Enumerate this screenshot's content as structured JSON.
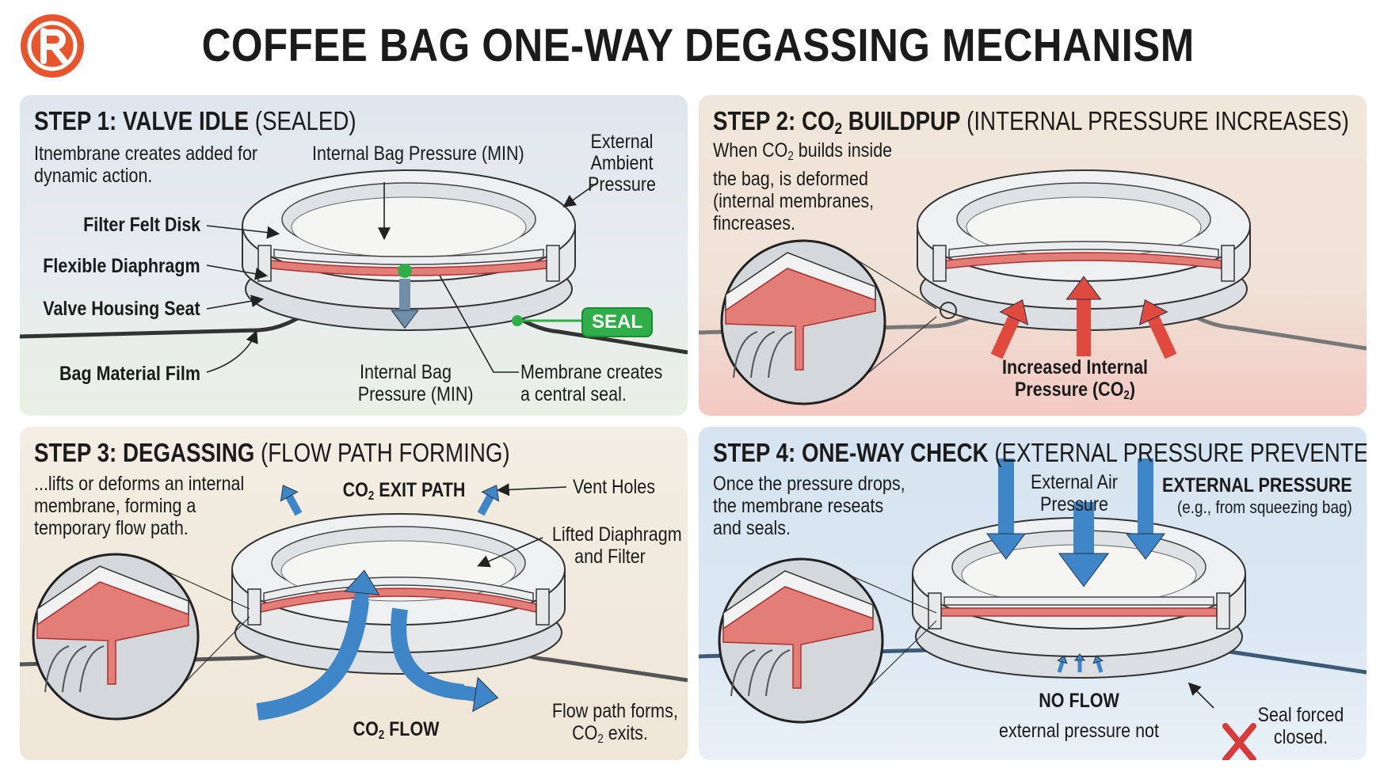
{
  "title": "COFFEE BAG ONE-WAY DEGASSING MECHANISM",
  "logo": {
    "letter": "R",
    "color": "#e8542c"
  },
  "colors": {
    "membrane": "#e27d78",
    "seal_green": "#2fae4a",
    "pressure_red": "#e04a3e",
    "flow_blue": "#3f86c8"
  },
  "step1": {
    "header_bold": "STEP 1: VALVE IDLE",
    "header_light": "(SEALED)",
    "desc": [
      "Itnembrane creates added for",
      "dynamic action."
    ],
    "internal_top": "Internal Bag Pressure (MIN)",
    "external": [
      "External",
      "Ambient",
      "Pressure"
    ],
    "filter": "Filter Felt Disk",
    "diaphragm": "Flexible Diaphragm",
    "housing": "Valve Housing Seat",
    "film": "Bag Material Film",
    "internal_bottom": [
      "Internal Bag",
      "Pressure (MIN)"
    ],
    "membrane_note": [
      "Membrane creates",
      "a central seal."
    ],
    "seal_badge": "SEAL"
  },
  "step2": {
    "header_bold_a": "STEP 2: CO",
    "header_sub": "2",
    "header_bold_b": " BUILDPUP",
    "header_light": "(INTERNAL PRESSURE INCREASES)",
    "desc_a": "When CO",
    "desc_sub": "2",
    "desc_b": " builds inside",
    "desc_rest": [
      "the bag, is deformed",
      "(internal membranes,",
      "fincreases."
    ],
    "pressure_label_1": "Increased Internal",
    "pressure_label_2a": "Pressure (CO",
    "pressure_label_sub": "2",
    "pressure_label_2b": ")"
  },
  "step3": {
    "header_bold": "STEP 3: DEGASSING",
    "header_light": "(FLOW PATH FORMING)",
    "desc": [
      "...lifts or deforms an internal",
      "membrane, forming a",
      "temporary flow path."
    ],
    "exit_a": "CO",
    "exit_sub": "2",
    "exit_b": " EXIT PATH",
    "vent": "Vent Holes",
    "lifted": [
      "Lifted Diaphragm",
      "and Filter"
    ],
    "flow_a": "CO",
    "flow_sub": "2",
    "flow_b": " FLOW",
    "forms_1": "Flow path forms,",
    "forms_2a": "CO",
    "forms_sub": "2",
    "forms_2b": " exits."
  },
  "step4": {
    "header_bold": "STEP 4: ONE-WAY CHECK",
    "header_light": "(EXTERNAL PRESSURE PREVENTED)",
    "desc": [
      "Once the pressure drops,",
      "the membrane reseats",
      "and seals."
    ],
    "external_air": [
      "External Air",
      "Pressure"
    ],
    "ext_pressure": "EXTERNAL PRESSURE",
    "ext_example": "(e.g., from squeezing bag)",
    "no_flow": "NO FLOW",
    "no_flow_note": "external pressure not",
    "seal_forced": [
      "Seal forced",
      "closed."
    ]
  }
}
